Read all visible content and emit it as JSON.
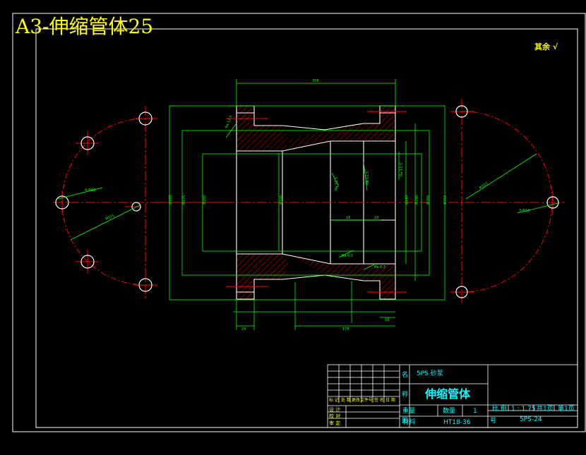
{
  "drawing": {
    "title": "A3-伸缩管体25",
    "roughness_note": "其余 √",
    "colors": {
      "background": "#000000",
      "outline": "#00ff00",
      "centerline": "#ff0000",
      "hatch": "#ff0000",
      "frame": "#ffffff",
      "titleblock_text": "#00ffff",
      "title_text": "#ffff00"
    },
    "roughness_marks": [
      "Ra 12.5",
      "Ra 12.5",
      "Ra 12.5",
      "Ra 12.5",
      "Ra 6.3",
      "Ra 6.3"
    ]
  },
  "title_block": {
    "project": "5PS  砂泵",
    "part_name": "伸缩管体",
    "scale_label": "比 例",
    "scale_value": "1 : 1.75",
    "sheet_total": "共1页",
    "sheet_no": "第1页",
    "qty_label": "数量",
    "qty_value": "1",
    "weight_label": "重量",
    "material_label": "材料",
    "material_value": "HT18-36",
    "drawing_no": "5PS-24",
    "row_labels": [
      "设 计",
      "校 对",
      "审 定"
    ],
    "header_labels": [
      "标 记",
      "处 数",
      "更改文件号",
      "签 名",
      "日 期"
    ],
    "side_labels": [
      "名",
      "称",
      "图",
      "号"
    ]
  }
}
